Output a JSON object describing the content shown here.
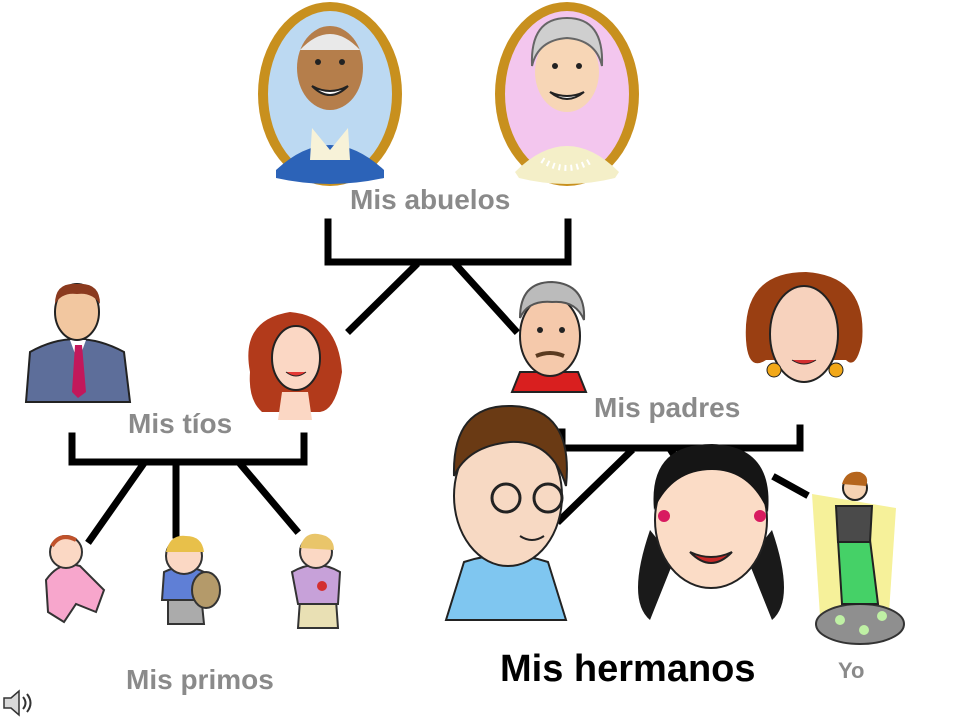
{
  "labels": {
    "grandparents": "Mis abuelos",
    "uncles_aunts": "Mis tíos",
    "parents": "Mis padres",
    "cousins": "Mis primos",
    "siblings": "Mis hermanos",
    "me": "Yo"
  },
  "colors": {
    "label_gray": "#8a8a8a",
    "line": "#000000",
    "frame_gold": "#c8901e",
    "grandpa_bg": "#bcd9f2",
    "grandma_bg": "#f3c6ee"
  },
  "icons": [
    "sound-speaker-icon"
  ]
}
